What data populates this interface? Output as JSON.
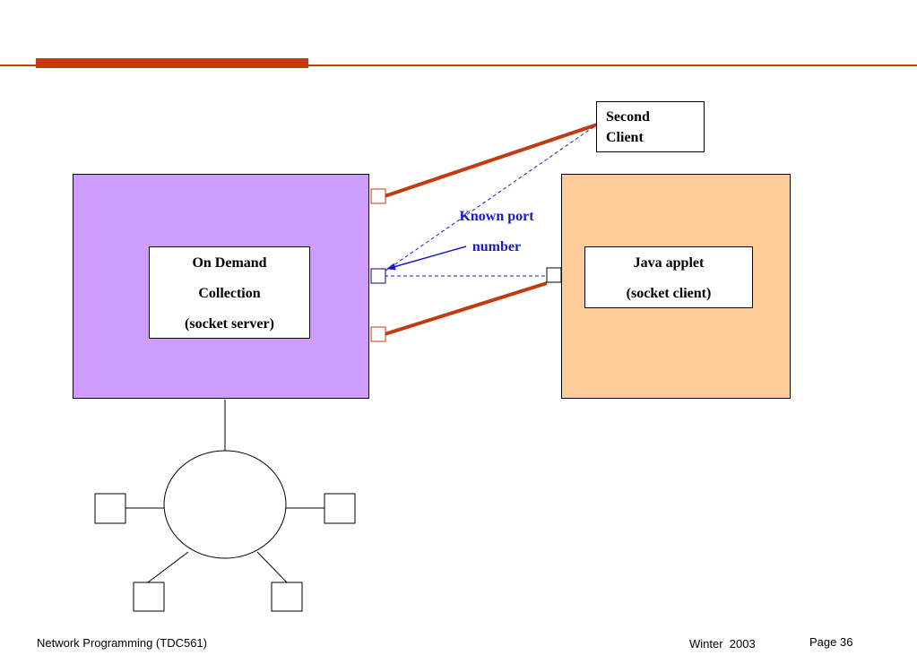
{
  "colors": {
    "header_accent": "#c33a0f",
    "server_fill": "#cf9cff",
    "client_fill": "#ffcc99",
    "connection_line": "#c33a0f",
    "annotation": "#1a1acc"
  },
  "server": {
    "line1": "On Demand",
    "line2": "Collection",
    "line3": "(socket server)"
  },
  "applet": {
    "line1": "Java applet",
    "line2": "(socket client)"
  },
  "second_client": {
    "line1": "Second",
    "line2": "Client"
  },
  "annotation": {
    "line1": "Known port",
    "line2": "number"
  },
  "footer": {
    "course": "Network Programming (TDC561)",
    "term": "Winter  2003",
    "page": "Page 36"
  }
}
